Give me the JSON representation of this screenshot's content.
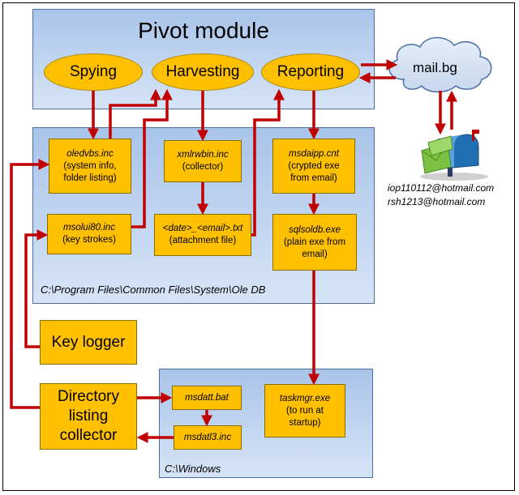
{
  "pivot": {
    "title": "Pivot module",
    "ovals": {
      "spying": "Spying",
      "harvesting": "Harvesting",
      "reporting": "Reporting"
    }
  },
  "cloud": {
    "label": "mail.bg"
  },
  "emails": {
    "line1": "iop110112@hotmail.com",
    "line2": "rsh1213@hotmail.com"
  },
  "oledb": {
    "path": "C:\\Program Files\\Common Files\\System\\Ole DB",
    "oledvbs": {
      "name": "oledvbs.inc",
      "desc1": "(system info,",
      "desc2": "folder listing)"
    },
    "xmlrwbin": {
      "name": "xmlrwbin.inc",
      "desc1": "(collector)"
    },
    "msdaipp": {
      "name": "msdaipp.cnt",
      "desc1": "(crypted exe",
      "desc2": "from email)"
    },
    "msolui80": {
      "name": "msolui80.inc",
      "desc1": "(key strokes)"
    },
    "datemail": {
      "name": "<date>_<email>.txt",
      "desc1": "(attachment file)"
    },
    "sqlsoldb": {
      "name": "sqlsoldb.exe",
      "desc1": "(plain exe from",
      "desc2": "email)"
    }
  },
  "keylogger": {
    "label": "Key logger"
  },
  "dircollector": {
    "line1": "Directory",
    "line2": "listing",
    "line3": "collector"
  },
  "windows": {
    "path": "C:\\Windows",
    "msdatt": {
      "name": "msdatt.bat"
    },
    "msdatl3": {
      "name": "msdatl3.inc"
    },
    "taskmgr": {
      "name": "taskmgr.exe",
      "desc1": "(to run at",
      "desc2": "startup)"
    }
  },
  "colors": {
    "arrow": "#c00000",
    "box": "#ffc000",
    "panel": "#b8cfee"
  }
}
